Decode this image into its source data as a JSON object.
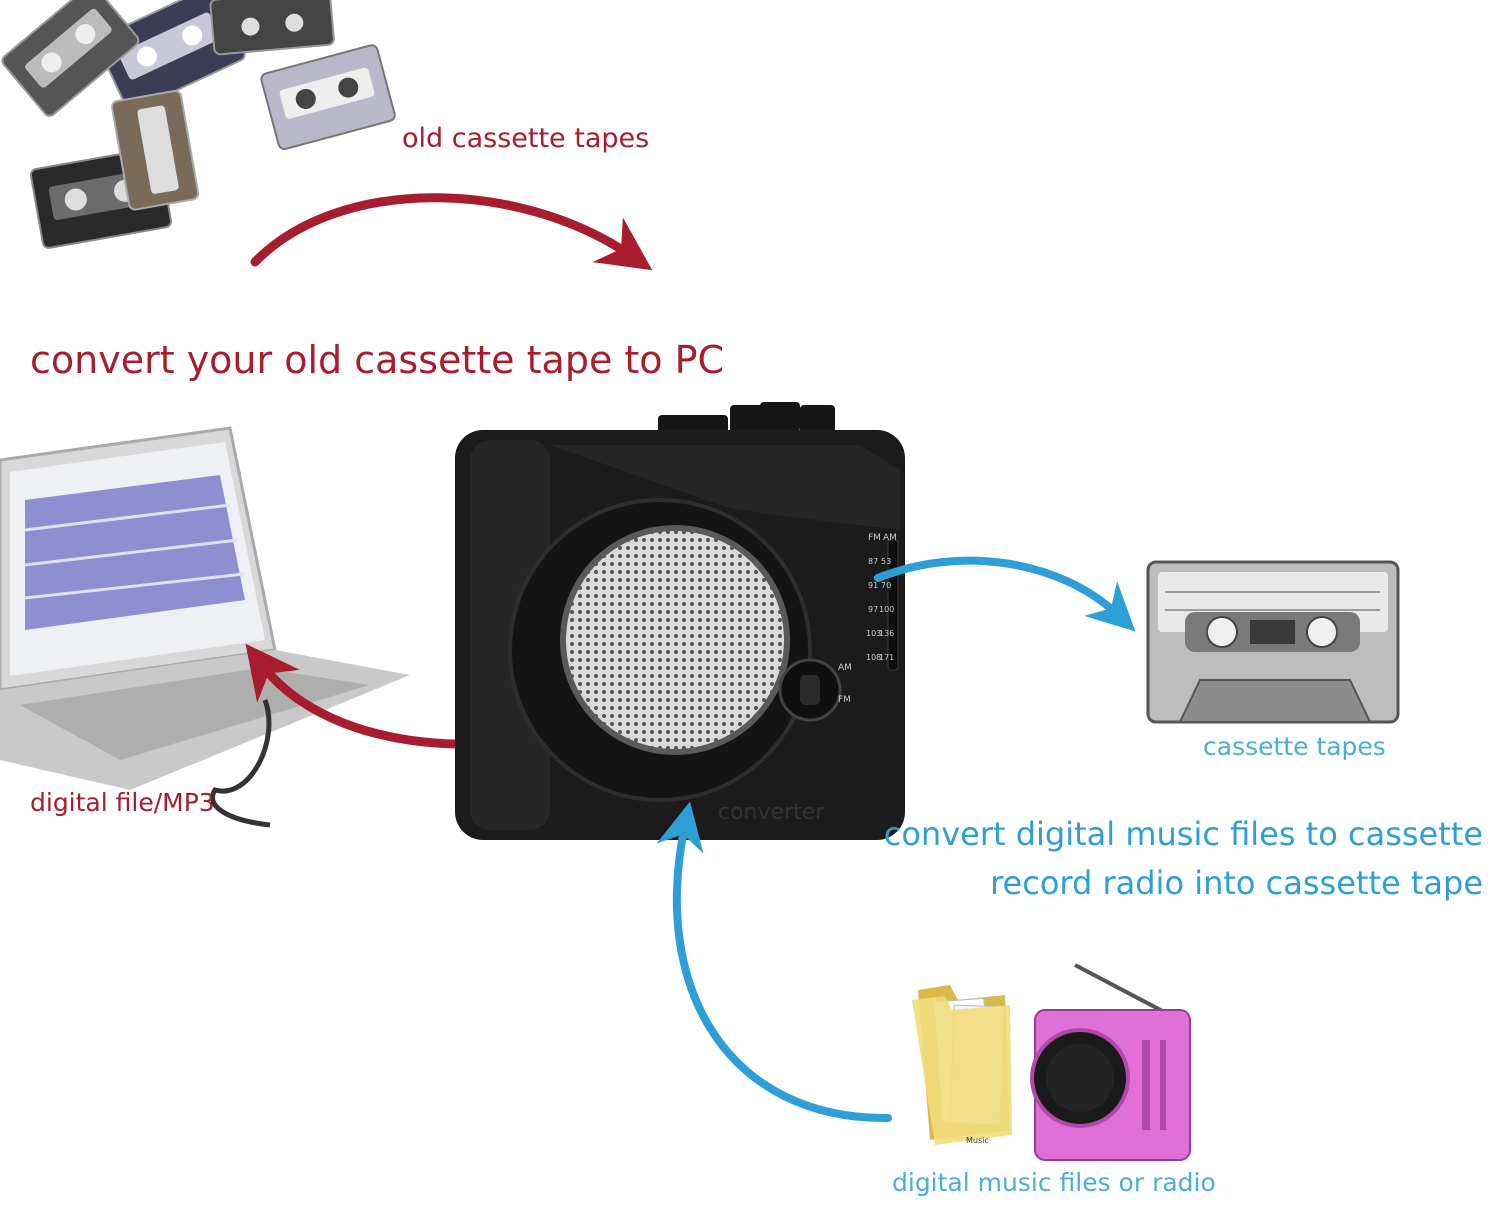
{
  "labels": {
    "old_tapes": "old cassette tapes",
    "headline_pc": "convert your old cassette tape to PC",
    "digital_file": "digital file/MP3",
    "converter": "converter",
    "cassette_tapes": "cassette tapes",
    "headline_digital": "convert digital music files to cassette",
    "headline_radio": "record radio into cassette tape",
    "sources": "digital music files or radio",
    "folder_caption": "Music"
  },
  "device": {
    "band_labels": [
      "FM",
      "AM"
    ],
    "fm_scale": [
      "87",
      "91",
      "97",
      "103",
      "108"
    ],
    "am_scale": [
      "53",
      "70",
      "100",
      "136",
      "171"
    ],
    "switch_labels": [
      "AM",
      "FM"
    ]
  },
  "colors": {
    "red_accent": "#a81d2e",
    "blue_accent": "#2e9fd6",
    "device_body": "#1b1b1b",
    "radio_pink": "#e070d8"
  },
  "icons": [
    "cassette-pile-icon",
    "laptop-icon",
    "cassette-converter-icon",
    "cassette-tape-icon",
    "folder-icon",
    "pink-radio-icon"
  ]
}
